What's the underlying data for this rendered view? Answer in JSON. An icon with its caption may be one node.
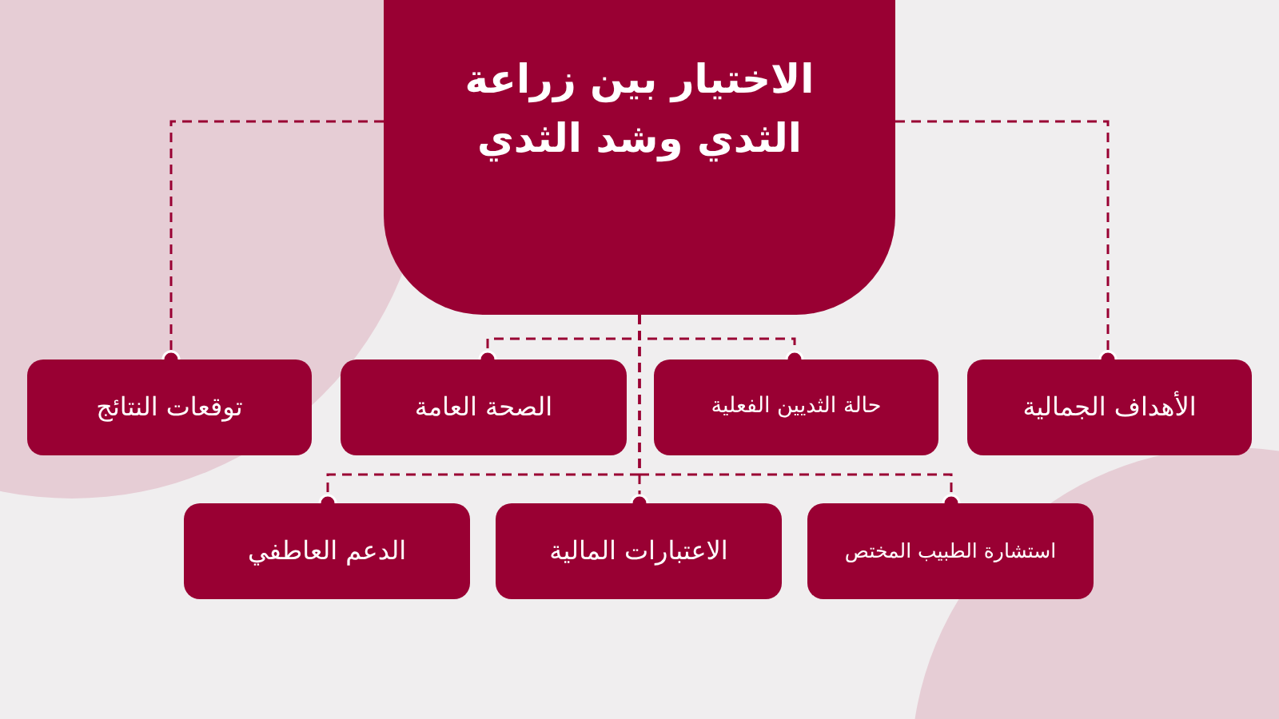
{
  "diagram": {
    "nodes": [
      {
        "text": [
          "الاختيار بين زراعة الثدي وشد الثدي"
        ]
      },
      {
        "text": [
          "الأهداف الجمالية"
        ]
      },
      {
        "text": [
          "حالة الثديين الفعلية"
        ]
      },
      {
        "text": [
          "الصحة العامة"
        ]
      },
      {
        "text": [
          "توقعات النتائج"
        ]
      },
      {
        "text": [
          "استشارة الطبيب المختص"
        ]
      },
      {
        "text": [
          "الاعتبارات المالية"
        ]
      },
      {
        "text": [
          "الدعم العاطفي"
        ]
      }
    ],
    "edges": [
      {
        "from": 0,
        "to": 1,
        "arrow": "other",
        "style": "dashed"
      },
      {
        "from": 0,
        "to": 2,
        "arrow": "other",
        "style": "dashed"
      },
      {
        "from": 0,
        "to": 3,
        "arrow": "other",
        "style": "dashed"
      },
      {
        "from": 0,
        "to": 4,
        "arrow": "other",
        "style": "dashed"
      },
      {
        "from": 0,
        "to": 5,
        "arrow": "other",
        "style": "dashed"
      },
      {
        "from": 0,
        "to": 6,
        "arrow": "other",
        "style": "dashed"
      },
      {
        "from": 0,
        "to": 7,
        "arrow": "other",
        "style": "dashed"
      }
    ]
  }
}
